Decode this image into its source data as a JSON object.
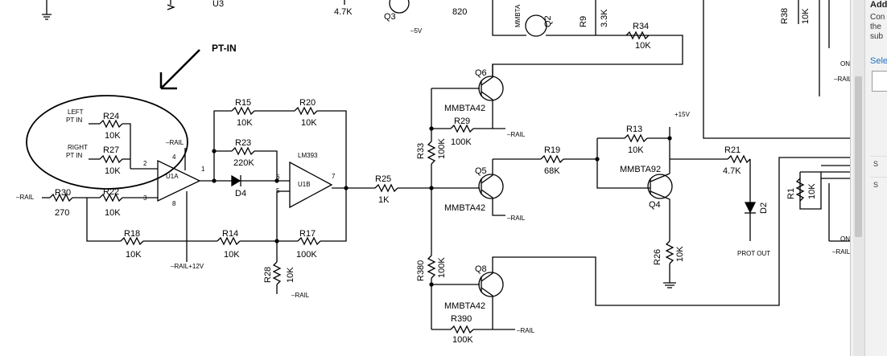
{
  "annotation": {
    "text": "PT-IN"
  },
  "labels": {
    "r24": "R24",
    "r24v": "10K",
    "r27": "R27",
    "r27v": "10K",
    "left_pt_in_1": "LEFT",
    "left_pt_in_2": "PT IN",
    "right_pt_in_1": "RIGHT",
    "right_pt_in_2": "PT IN",
    "r30": "R30",
    "r30v": "270",
    "r22": "R22",
    "r22v": "10K",
    "rail_left": "–RAIL",
    "u1a": "U1A",
    "pin2": "2",
    "pin3": "3",
    "pin4": "4",
    "pin8": "8",
    "pin1": "1",
    "rail_u1a": "–RAIL",
    "rail12": "–RAIL+12V",
    "r15": "R15",
    "r15v": "10K",
    "r20": "R20",
    "r20v": "10K",
    "r23": "R23",
    "r23v": "220K",
    "d4": "D4",
    "lm393": "LM393",
    "u1b": "U1B",
    "pin6": "6",
    "pin5": "5",
    "pin7": "7",
    "r18": "R18",
    "r18v": "10K",
    "r14": "R14",
    "r14v": "10K",
    "r17": "R17",
    "r17v": "100K",
    "r28": "R28",
    "r28v": "10K",
    "rail_r28": "–RAIL",
    "r25": "R25",
    "r25v": "1K",
    "q6": "Q6",
    "q6t": "MMBTA42",
    "r29": "R29",
    "r29v": "100K",
    "rail_r29": "–RAIL",
    "r33": "R33",
    "r33v": "100K",
    "q5": "Q5",
    "q5t": "MMBTA42",
    "rail_q5": "–RAIL",
    "r380": "R380",
    "r380v": "100K",
    "q8": "Q8",
    "q8t": "MMBTA42",
    "r390": "R390",
    "r390v": "100K",
    "rail_r390": "–RAIL",
    "r19": "R19",
    "r19v": "68K",
    "r13": "R13",
    "r13v": "10K",
    "plus15": "+15V",
    "q4t": "MMBTA92",
    "q4": "Q4",
    "r26": "R26",
    "r26v": "10K",
    "r21": "R21",
    "r21v": "4.7K",
    "d2": "D2",
    "prot_out": "PROT OUT",
    "r1": "R1",
    "r1v": "10K",
    "top_u3": "U3",
    "top_47k": "4.7K",
    "top_q3": "Q3",
    "top_minus5": "–5V",
    "top_820": "820",
    "top_mmbta": "MMBTA",
    "top_q2": "Q2",
    "top_r9": "R9",
    "top_r9v": "3.3K",
    "r34": "R34",
    "r34v": "10K",
    "r38": "R38",
    "r38v": "10K",
    "edge_on1": "ON",
    "edge_rail1": "–RAIL",
    "edge_on2": "ON",
    "edge_rail2": "–RAIL"
  },
  "side_panel": {
    "title": "Add",
    "desc_lines": "Con\nthe\nsub",
    "select_label": "Sele",
    "row1": "S",
    "row2": "S"
  }
}
